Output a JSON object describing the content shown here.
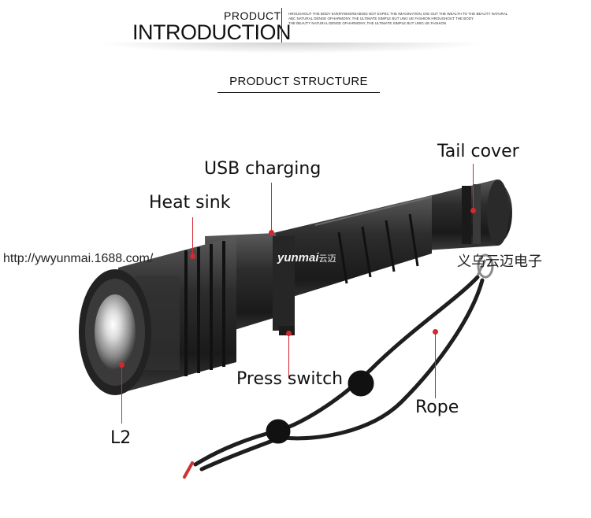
{
  "header": {
    "product": "PRODUCT",
    "introduction": "INTRODUCTION",
    "small_lines": [
      "HROUGHOUT THE BODY EVERYWHEREABOID NOT EXPEC THE IMAGINATION, DIG OUT THE WEALTH TO THE BEAUTY NATURAL",
      "ABC NATURAL DENGE OFHARMONY, THE ULTIMATE SIMPLE BUT UNG UE FASHION HROUGHOUT THE BODY",
      "THE BEAUTY NATURAL DENGE OFHARMONY, THE ULTIMATE SIMPLE BUT UNIG UE FASHION"
    ]
  },
  "section_title": "PRODUCT STRUCTURE",
  "labels": {
    "tail_cover": "Tail cover",
    "usb_charging": "USB charging",
    "heat_sink": "Heat sink",
    "press_switch": "Press switch",
    "rope": "Rope",
    "l2": "L2"
  },
  "watermark": {
    "url": "http://ywyunmai.1688.com/",
    "brand": "yunmai",
    "brand_cn": "云迈",
    "company_cn": "义乌云迈电子"
  },
  "colors": {
    "accent": "#d4282f",
    "body": "#2a2a2a"
  }
}
